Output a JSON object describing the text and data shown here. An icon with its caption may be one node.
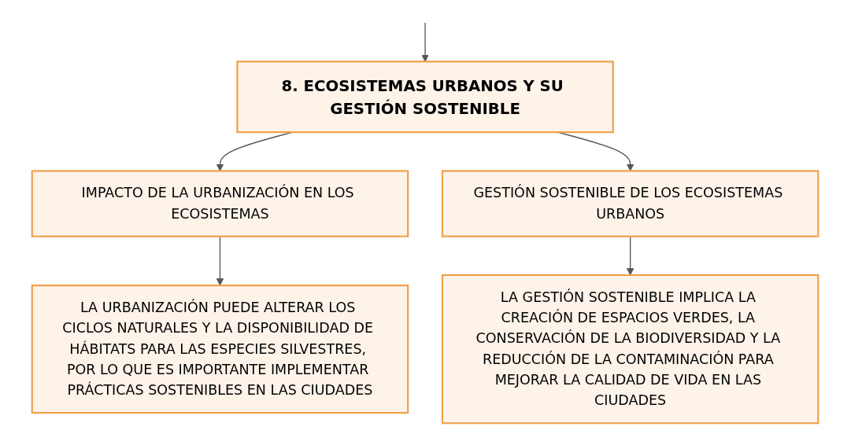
{
  "diagram": {
    "nodes": [
      {
        "text": [
          "8. ECOSISTEMAS URBANOS Y SU GESTIÓN SOSTENIBLE"
        ]
      },
      {
        "text": [
          "IMPACTO DE LA URBANIZACIÓN EN LOS ECOSISTEMAS"
        ]
      },
      {
        "text": [
          "GESTIÓN SOSTENIBLE DE LOS ECOSISTEMAS URBANOS"
        ]
      },
      {
        "text": [
          "LA URBANIZACIÓN PUEDE ALTERAR LOS CICLOS NATURALES Y LA DISPONIBILIDAD DE HÁBITATS PARA LAS ESPECIES SILVESTRES, POR LO QUE ES IMPORTANTE IMPLEMENTAR PRÁCTICAS SOSTENIBLES EN LAS CIUDADES"
        ]
      },
      {
        "text": [
          "LA GESTIÓN SOSTENIBLE IMPLICA LA CREACIÓN DE ESPACIOS VERDES, LA CONSERVACIÓN DE LA BIODIVERSIDAD Y LA REDUCCIÓN DE LA CONTAMINACIÓN PARA MEJORAR LA CALIDAD DE VIDA EN LAS CIUDADES"
        ]
      }
    ],
    "edges": [
      {
        "from": null,
        "to": 0,
        "arrow": "to"
      },
      {
        "from": 0,
        "to": 1,
        "arrow": "to"
      },
      {
        "from": 0,
        "to": 2,
        "arrow": "to"
      },
      {
        "from": 1,
        "to": 3,
        "arrow": "to"
      },
      {
        "from": 2,
        "to": 4,
        "arrow": "to"
      }
    ]
  }
}
